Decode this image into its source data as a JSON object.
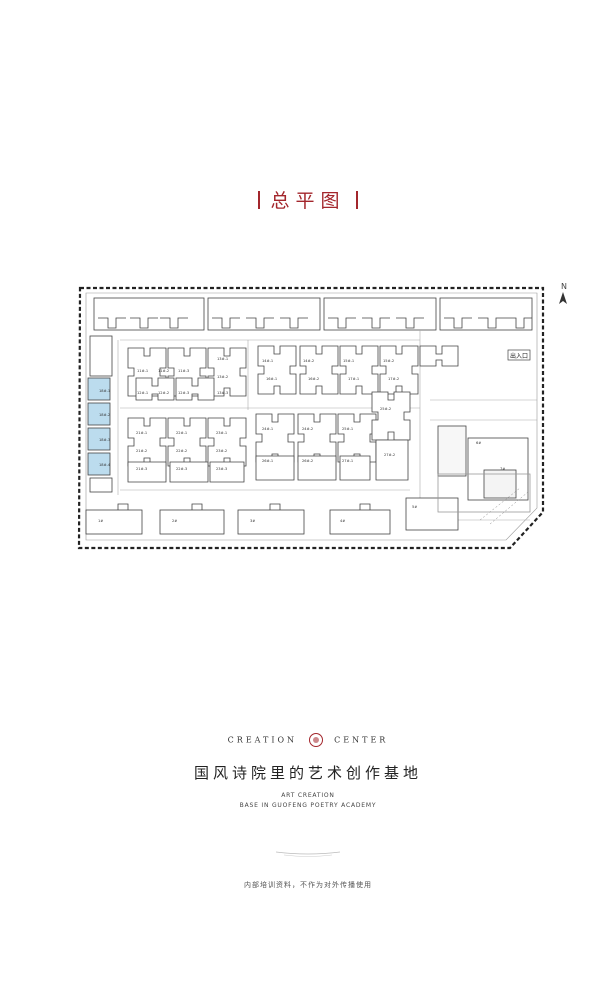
{
  "title": "总平图",
  "north_label": "N",
  "gate_label": "出入口",
  "building_labels": {
    "w": [
      "18#-1",
      "18#-2",
      "18#-3",
      "18#-4"
    ],
    "c1": [
      "11#-1",
      "11#-2",
      "11#-3",
      "12#-1",
      "12#-2",
      "12#-3",
      "13#-1",
      "13#-2",
      "13#-3"
    ],
    "c2": [
      "14#-1",
      "14#-2",
      "15#-1",
      "15#-2",
      "16#-1",
      "16#-2",
      "17#-1",
      "17#-2"
    ],
    "s1": [
      "21#-1",
      "21#-2",
      "21#-3",
      "22#-1",
      "22#-2",
      "22#-3",
      "23#-1",
      "23#-2",
      "23#-3"
    ],
    "s2": [
      "24#-1",
      "24#-2",
      "25#-1",
      "25#-2",
      "26#-1",
      "26#-2",
      "27#-1",
      "27#-2"
    ],
    "b": [
      "1#",
      "2#",
      "3#",
      "4#",
      "5#",
      "6#",
      "7#"
    ]
  },
  "brand": {
    "left": "CREATION",
    "right": "CENTER",
    "cn_title": "国风诗院里的艺术创作基地",
    "en_line1": "ART CREATION",
    "en_line2": "BASE IN GUOFENG POETRY ACADEMY"
  },
  "footer": "内部培训资料，不作为对外传播使用",
  "colors": {
    "accent": "#a3262c",
    "highlight": "#bcdcee"
  }
}
